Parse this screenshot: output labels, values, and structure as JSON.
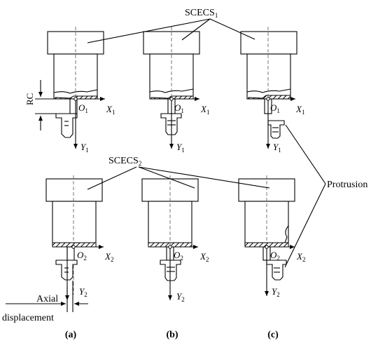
{
  "labels": {
    "scecs1": "SCECS",
    "scecs1_sub": "1",
    "scecs2": "SCECS",
    "scecs2_sub": "2",
    "protrusion": "Protrusion",
    "rc": "RC",
    "axial": "Axial",
    "displacement": "displacement"
  },
  "axes": {
    "top": {
      "origin": "O",
      "sub": "1",
      "x": "X",
      "y": "Y"
    },
    "bottom": {
      "origin": "O",
      "sub": "2",
      "x": "X",
      "y": "Y"
    }
  },
  "panels": [
    "(a)",
    "(b)",
    "(c)"
  ]
}
